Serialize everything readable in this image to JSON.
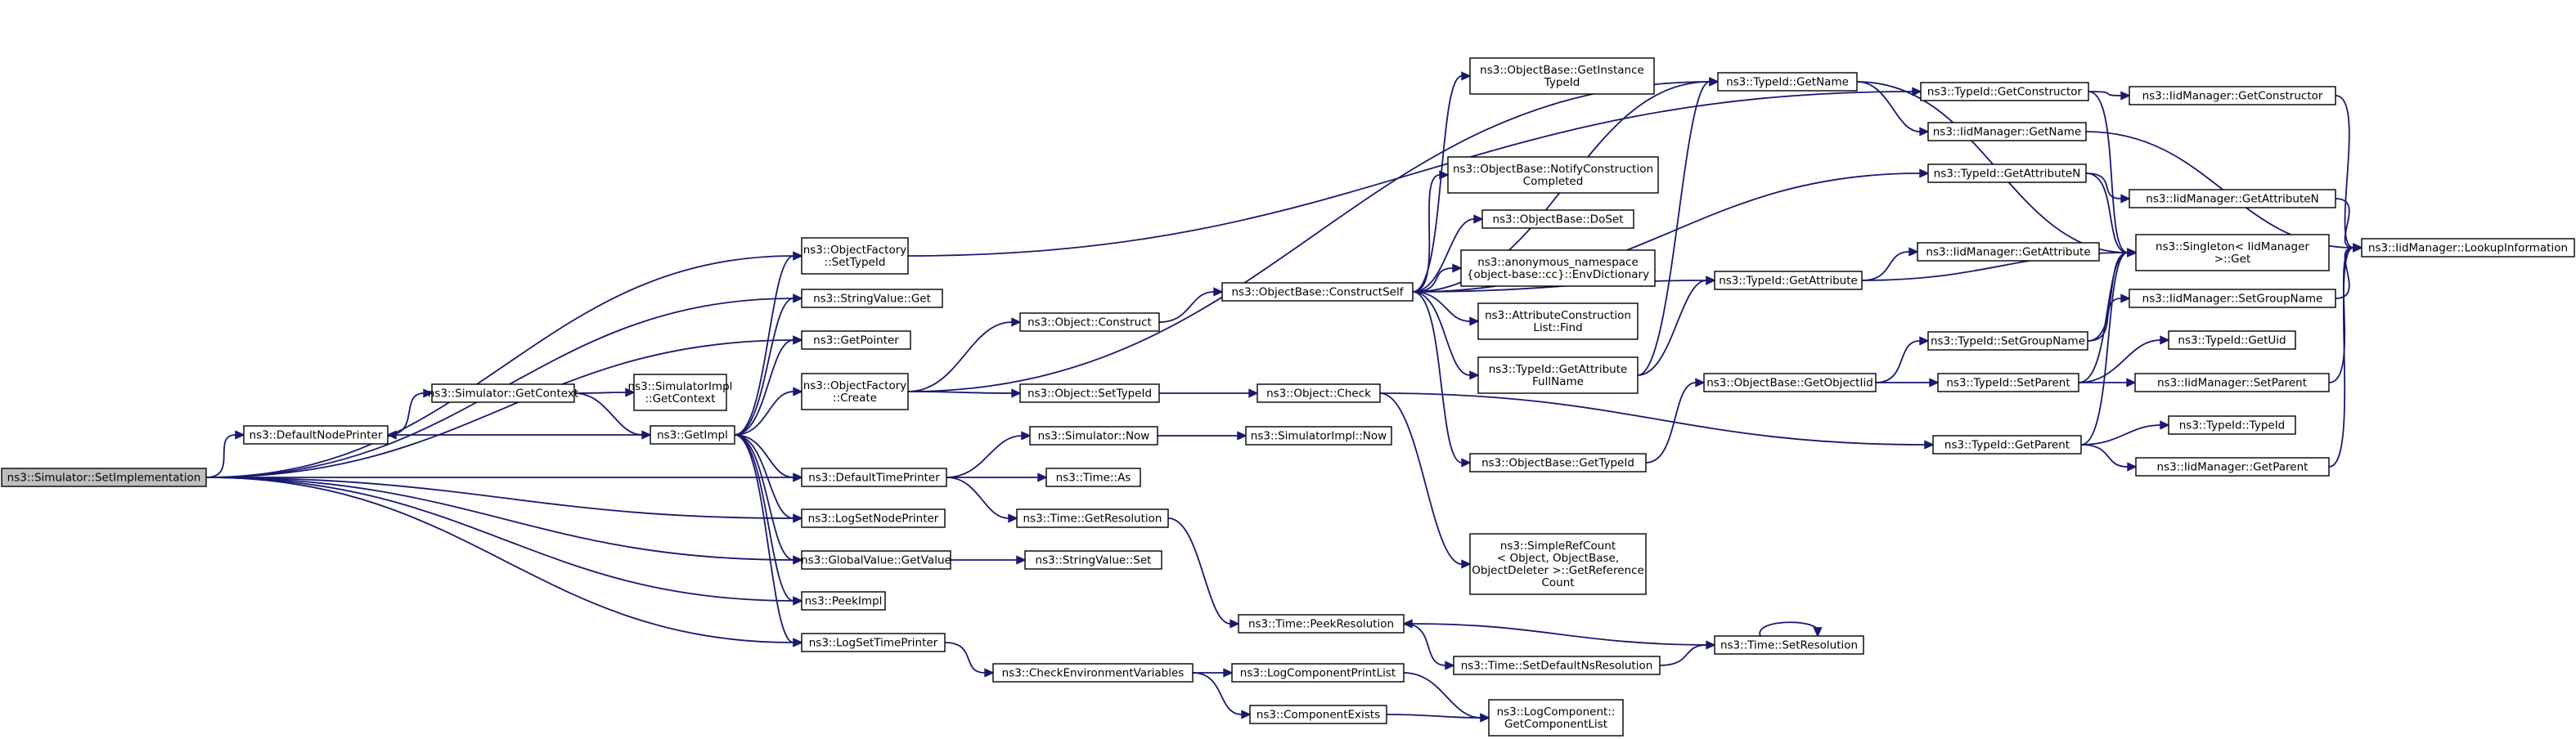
{
  "graph": {
    "nodes": [
      {
        "id": "root",
        "lines": [
          "ns3::Simulator::SetImplementation"
        ],
        "root": true
      },
      {
        "id": "dnp",
        "lines": [
          "ns3::DefaultNodePrinter"
        ]
      },
      {
        "id": "getctx",
        "lines": [
          "ns3::Simulator::GetContext"
        ]
      },
      {
        "id": "implgetctx",
        "lines": [
          "ns3::SimulatorImpl",
          "::GetContext"
        ]
      },
      {
        "id": "getimpl",
        "lines": [
          "ns3::GetImpl"
        ]
      },
      {
        "id": "ofsettid",
        "lines": [
          "ns3::ObjectFactory",
          "::SetTypeId"
        ]
      },
      {
        "id": "svget",
        "lines": [
          "ns3::StringValue::Get"
        ]
      },
      {
        "id": "getptr",
        "lines": [
          "ns3::GetPointer"
        ]
      },
      {
        "id": "ofcreate",
        "lines": [
          "ns3::ObjectFactory",
          "::Create"
        ]
      },
      {
        "id": "dtp",
        "lines": [
          "ns3::DefaultTimePrinter"
        ]
      },
      {
        "id": "lsnp",
        "lines": [
          "ns3::LogSetNodePrinter"
        ]
      },
      {
        "id": "gvget",
        "lines": [
          "ns3::GlobalValue::GetValue"
        ]
      },
      {
        "id": "peekimpl",
        "lines": [
          "ns3::PeekImpl"
        ]
      },
      {
        "id": "lstp",
        "lines": [
          "ns3::LogSetTimePrinter"
        ]
      },
      {
        "id": "objconstruct",
        "lines": [
          "ns3::Object::Construct"
        ]
      },
      {
        "id": "objsettid",
        "lines": [
          "ns3::Object::SetTypeId"
        ]
      },
      {
        "id": "simnow",
        "lines": [
          "ns3::Simulator::Now"
        ]
      },
      {
        "id": "timeas",
        "lines": [
          "ns3::Time::As"
        ]
      },
      {
        "id": "timegetres",
        "lines": [
          "ns3::Time::GetResolution"
        ]
      },
      {
        "id": "svset",
        "lines": [
          "ns3::StringValue::Set"
        ]
      },
      {
        "id": "cev",
        "lines": [
          "ns3::CheckEnvironmentVariables"
        ]
      },
      {
        "id": "obconstructself",
        "lines": [
          "ns3::ObjectBase::ConstructSelf"
        ]
      },
      {
        "id": "objcheck",
        "lines": [
          "ns3::Object::Check"
        ]
      },
      {
        "id": "simimplnow",
        "lines": [
          "ns3::SimulatorImpl::Now"
        ]
      },
      {
        "id": "timepeekres",
        "lines": [
          "ns3::Time::PeekResolution"
        ]
      },
      {
        "id": "lcpl",
        "lines": [
          "ns3::LogComponentPrintList"
        ]
      },
      {
        "id": "compexists",
        "lines": [
          "ns3::ComponentExists"
        ]
      },
      {
        "id": "obgetinst",
        "lines": [
          "ns3::ObjectBase::GetInstance",
          "TypeId"
        ]
      },
      {
        "id": "obnotify",
        "lines": [
          "ns3::ObjectBase::NotifyConstruction",
          "Completed"
        ]
      },
      {
        "id": "obdoset",
        "lines": [
          "ns3::ObjectBase::DoSet"
        ]
      },
      {
        "id": "envdict",
        "lines": [
          "ns3::anonymous_namespace",
          "{object-base::cc}::EnvDictionary"
        ]
      },
      {
        "id": "acfind",
        "lines": [
          "ns3::AttributeConstruction",
          "List::Find"
        ]
      },
      {
        "id": "tidgetattrfull",
        "lines": [
          "ns3::TypeId::GetAttribute",
          "FullName"
        ]
      },
      {
        "id": "obgettid",
        "lines": [
          "ns3::ObjectBase::GetTypeId"
        ]
      },
      {
        "id": "srcgetref",
        "lines": [
          "ns3::SimpleRefCount",
          "< Object, ObjectBase,",
          "ObjectDeleter >::GetReference",
          "Count"
        ]
      },
      {
        "id": "timesetdefns",
        "lines": [
          "ns3::Time::SetDefaultNsResolution"
        ]
      },
      {
        "id": "lcgetcl",
        "lines": [
          "ns3::LogComponent::",
          "GetComponentList"
        ]
      },
      {
        "id": "tidgetname",
        "lines": [
          "ns3::TypeId::GetName"
        ]
      },
      {
        "id": "tidgetattr",
        "lines": [
          "ns3::TypeId::GetAttribute"
        ]
      },
      {
        "id": "obgetoiid",
        "lines": [
          "ns3::ObjectBase::GetObjectIid"
        ]
      },
      {
        "id": "timesetres",
        "lines": [
          "ns3::Time::SetResolution"
        ]
      },
      {
        "id": "tidgetctor",
        "lines": [
          "ns3::TypeId::GetConstructor"
        ]
      },
      {
        "id": "iidgetname",
        "lines": [
          "ns3::IidManager::GetName"
        ]
      },
      {
        "id": "tidgetattrn",
        "lines": [
          "ns3::TypeId::GetAttributeN"
        ]
      },
      {
        "id": "iidgetattr",
        "lines": [
          "ns3::IidManager::GetAttribute"
        ]
      },
      {
        "id": "tidsetgroup",
        "lines": [
          "ns3::TypeId::SetGroupName"
        ]
      },
      {
        "id": "tidsetparent",
        "lines": [
          "ns3::TypeId::SetParent"
        ]
      },
      {
        "id": "tidgetparent",
        "lines": [
          "ns3::TypeId::GetParent"
        ]
      },
      {
        "id": "iidgetctor",
        "lines": [
          "ns3::IidManager::GetConstructor"
        ]
      },
      {
        "id": "iidgetattrn",
        "lines": [
          "ns3::IidManager::GetAttributeN"
        ]
      },
      {
        "id": "singleton",
        "lines": [
          "ns3::Singleton< IidManager",
          ">::Get"
        ]
      },
      {
        "id": "iidsetgroup",
        "lines": [
          "ns3::IidManager::SetGroupName"
        ]
      },
      {
        "id": "tidgetuid",
        "lines": [
          "ns3::TypeId::GetUid"
        ]
      },
      {
        "id": "iidsetparent",
        "lines": [
          "ns3::IidManager::SetParent"
        ]
      },
      {
        "id": "tidtypeid",
        "lines": [
          "ns3::TypeId::TypeId"
        ]
      },
      {
        "id": "iidgetparent",
        "lines": [
          "ns3::IidManager::GetParent"
        ]
      },
      {
        "id": "iidlookup",
        "lines": [
          "ns3::IidManager::LookupInformation"
        ]
      }
    ],
    "edges": [
      [
        "root",
        "dnp"
      ],
      [
        "root",
        "ofsettid"
      ],
      [
        "root",
        "svget"
      ],
      [
        "root",
        "getptr"
      ],
      [
        "root",
        "dtp"
      ],
      [
        "root",
        "lsnp"
      ],
      [
        "root",
        "gvget"
      ],
      [
        "root",
        "peekimpl"
      ],
      [
        "root",
        "lstp"
      ],
      [
        "dnp",
        "getctx"
      ],
      [
        "getctx",
        "implgetctx"
      ],
      [
        "getctx",
        "getimpl"
      ],
      [
        "getimpl",
        "dnp"
      ],
      [
        "getimpl",
        "ofsettid"
      ],
      [
        "getimpl",
        "svget"
      ],
      [
        "getimpl",
        "getptr"
      ],
      [
        "getimpl",
        "ofcreate"
      ],
      [
        "getimpl",
        "dtp"
      ],
      [
        "getimpl",
        "lsnp"
      ],
      [
        "getimpl",
        "gvget"
      ],
      [
        "getimpl",
        "peekimpl"
      ],
      [
        "getimpl",
        "lstp"
      ],
      [
        "ofsettid",
        "tidgetctor"
      ],
      [
        "ofcreate",
        "objconstruct"
      ],
      [
        "ofcreate",
        "objsettid"
      ],
      [
        "ofcreate",
        "tidgetname"
      ],
      [
        "dtp",
        "simnow"
      ],
      [
        "dtp",
        "timeas"
      ],
      [
        "dtp",
        "timegetres"
      ],
      [
        "gvget",
        "svset"
      ],
      [
        "lstp",
        "cev"
      ],
      [
        "objconstruct",
        "obconstructself"
      ],
      [
        "objsettid",
        "objcheck"
      ],
      [
        "simnow",
        "simimplnow"
      ],
      [
        "timegetres",
        "timepeekres"
      ],
      [
        "cev",
        "lcpl"
      ],
      [
        "cev",
        "compexists"
      ],
      [
        "obconstructself",
        "obgetinst"
      ],
      [
        "obconstructself",
        "obnotify"
      ],
      [
        "obconstructself",
        "obdoset"
      ],
      [
        "obconstructself",
        "envdict"
      ],
      [
        "obconstructself",
        "acfind"
      ],
      [
        "obconstructself",
        "tidgetattrfull"
      ],
      [
        "obconstructself",
        "obgettid"
      ],
      [
        "obconstructself",
        "tidgetname"
      ],
      [
        "obconstructself",
        "tidgetattr"
      ],
      [
        "obconstructself",
        "tidgetattrn"
      ],
      [
        "objcheck",
        "srcgetref"
      ],
      [
        "objcheck",
        "tidgetparent"
      ],
      [
        "timepeekres",
        "timesetdefns"
      ],
      [
        "timesetdefns",
        "timesetres"
      ],
      [
        "timesetres",
        "timepeekres"
      ],
      [
        "timesetres",
        "timesetres"
      ],
      [
        "lcpl",
        "lcgetcl"
      ],
      [
        "compexists",
        "lcgetcl"
      ],
      [
        "tidgetattrfull",
        "tidgetname"
      ],
      [
        "tidgetattrfull",
        "tidgetattr"
      ],
      [
        "obgettid",
        "obgetoiid"
      ],
      [
        "tidgetname",
        "iidgetname"
      ],
      [
        "tidgetname",
        "singleton"
      ],
      [
        "tidgetattr",
        "iidgetattr"
      ],
      [
        "tidgetattr",
        "singleton"
      ],
      [
        "obgetoiid",
        "tidsetgroup"
      ],
      [
        "obgetoiid",
        "tidsetparent"
      ],
      [
        "tidgetctor",
        "iidgetctor"
      ],
      [
        "tidgetctor",
        "singleton"
      ],
      [
        "iidgetname",
        "iidlookup"
      ],
      [
        "tidgetattrn",
        "iidgetattrn"
      ],
      [
        "tidgetattrn",
        "singleton"
      ],
      [
        "tidsetgroup",
        "iidsetgroup"
      ],
      [
        "tidsetgroup",
        "singleton"
      ],
      [
        "tidsetparent",
        "tidgetuid"
      ],
      [
        "tidsetparent",
        "iidsetparent"
      ],
      [
        "tidsetparent",
        "singleton"
      ],
      [
        "tidgetparent",
        "tidtypeid"
      ],
      [
        "tidgetparent",
        "iidgetparent"
      ],
      [
        "tidgetparent",
        "singleton"
      ],
      [
        "iidgetctor",
        "iidlookup"
      ],
      [
        "iidgetattrn",
        "iidlookup"
      ],
      [
        "iidsetgroup",
        "iidlookup"
      ],
      [
        "iidsetparent",
        "iidlookup"
      ],
      [
        "iidgetparent",
        "iidlookup"
      ]
    ]
  }
}
